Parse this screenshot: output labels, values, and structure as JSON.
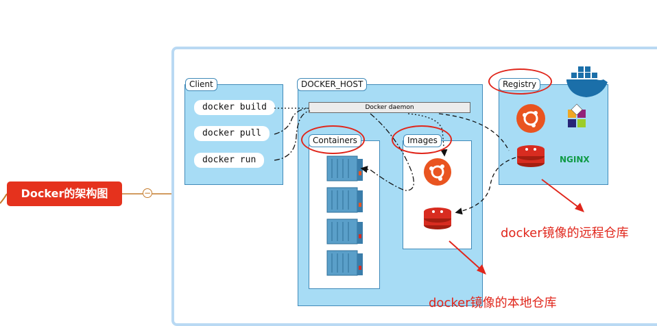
{
  "mindmap": {
    "node_label": "Docker的架构图",
    "collapse_symbol": "−"
  },
  "diagram": {
    "client": {
      "label": "Client",
      "commands": [
        "docker build",
        "docker pull",
        "docker run"
      ]
    },
    "docker_host": {
      "label": "DOCKER_HOST",
      "daemon_label": "Docker daemon",
      "containers_label": "Containers",
      "images_label": "Images"
    },
    "registry": {
      "label": "Registry",
      "logos": [
        "ubuntu-logo",
        "centos-logo",
        "redis-logo",
        "nginx-logo"
      ],
      "nginx_text": "NGINX"
    }
  },
  "annotations": {
    "remote_registry": "docker镜像的远程仓库",
    "local_registry": "docker镜像的本地仓库"
  },
  "colors": {
    "node_bg": "#e5321d",
    "panel_bg": "#a7dcf5",
    "panel_border": "#3f89b8",
    "annotation": "#e0261b",
    "ubuntu": "#e95420",
    "redis": "#d82c20",
    "nginx": "#0f9a45"
  }
}
